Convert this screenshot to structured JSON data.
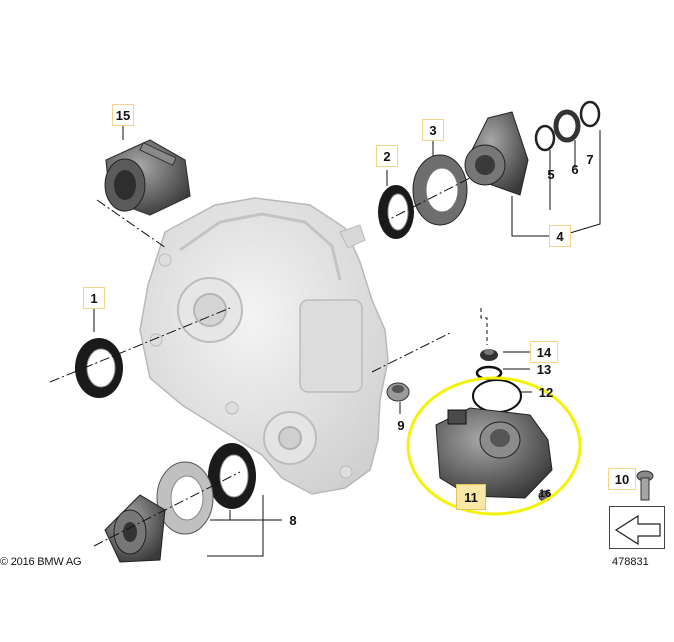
{
  "diagram": {
    "callouts": {
      "c1": "1",
      "c2": "2",
      "c3": "3",
      "c4": "4",
      "c5": "5",
      "c6": "6",
      "c7": "7",
      "c8": "8",
      "c9": "9",
      "c10": "10",
      "c11": "11",
      "c12": "12",
      "c13": "13",
      "c14": "14",
      "c15": "15",
      "c16": "16"
    },
    "copyright": "© 2016 BMW AG",
    "document_number": "478831",
    "highlight_color": "#f5f20a"
  }
}
